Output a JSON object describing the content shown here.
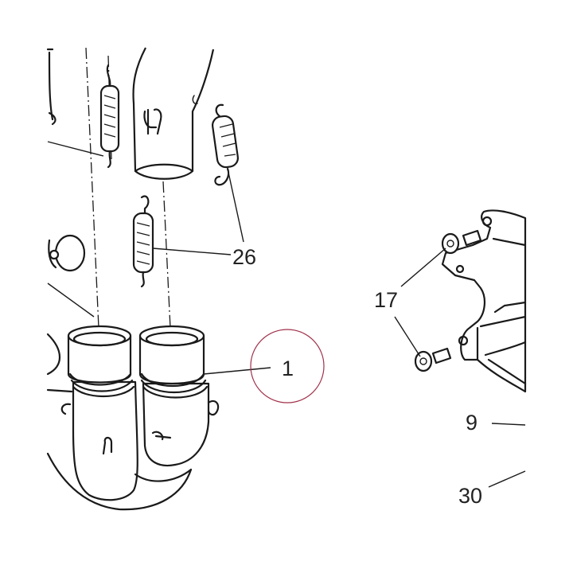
{
  "labels": {
    "callout_1": "1",
    "callout_9": "9",
    "callout_17": "17",
    "callout_26": "26",
    "callout_30": "30"
  },
  "colors": {
    "line": "#1a1a1a",
    "highlight_circle": "#a0314a",
    "background": "#ffffff"
  }
}
